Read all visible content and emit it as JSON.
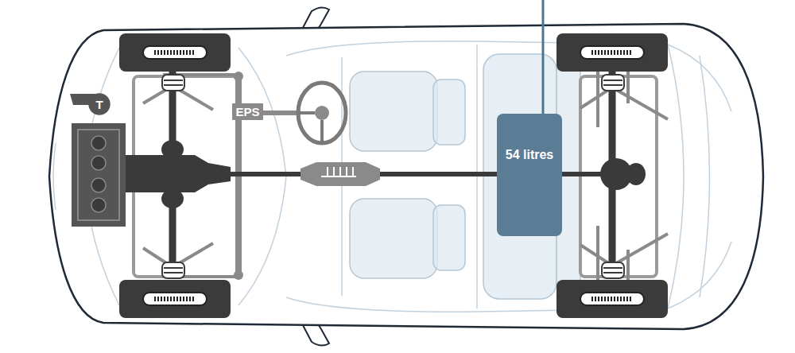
{
  "diagram": {
    "nodes": [
      {
        "text": [
          "T"
        ]
      },
      {
        "text": [
          "EPS"
        ]
      },
      {
        "text": [
          "54 litres"
        ]
      }
    ]
  }
}
